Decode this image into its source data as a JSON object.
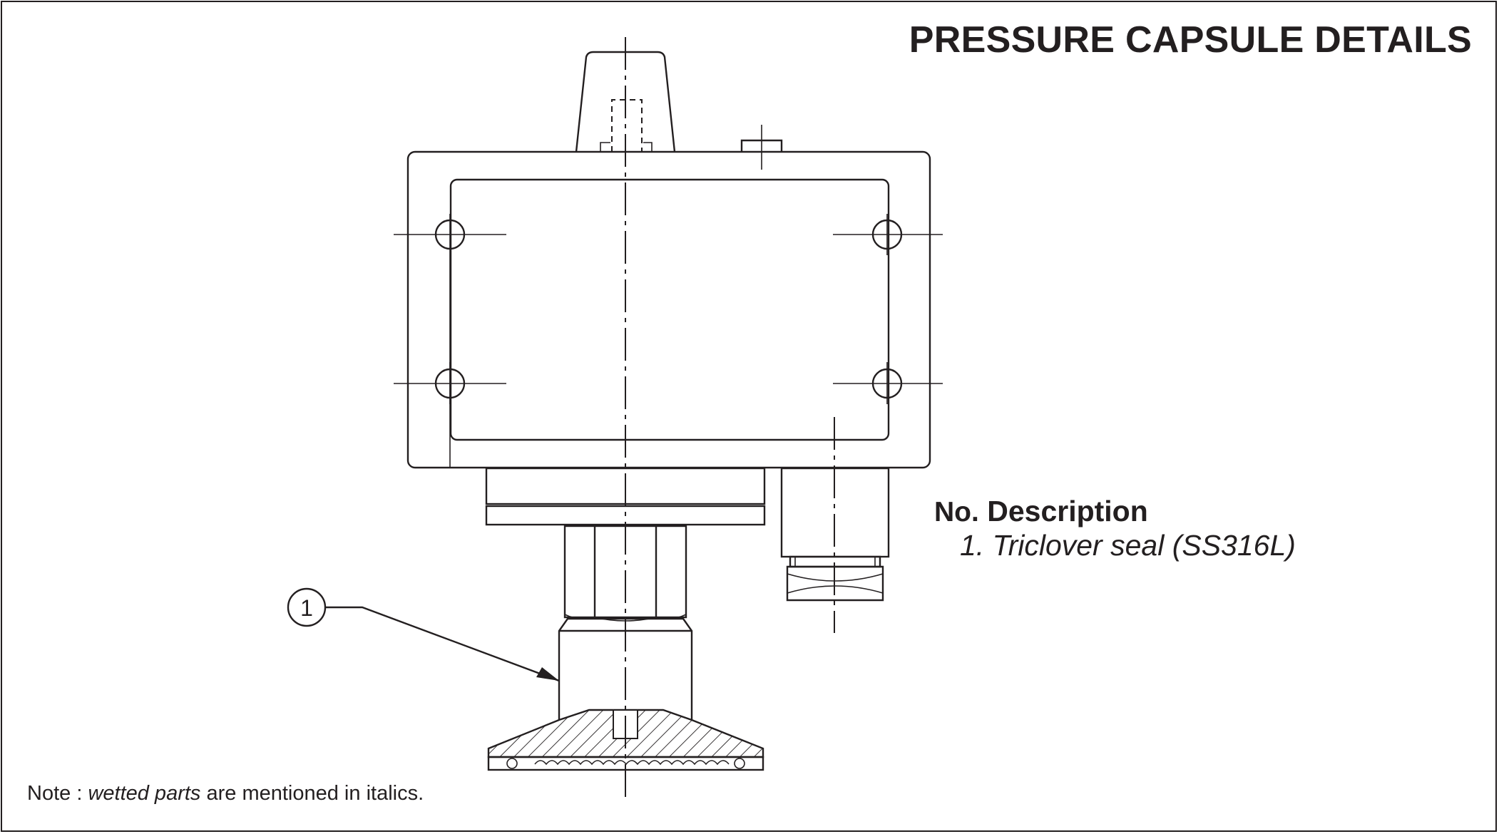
{
  "title": "PRESSURE CAPSULE DETAILS",
  "legend": {
    "header_no": "No.",
    "header_description": "Description",
    "items": [
      {
        "text": "1. Triclover seal (SS316L)"
      }
    ]
  },
  "callout": {
    "number": "1"
  },
  "note": {
    "prefix": "Note : ",
    "italic": "wetted parts",
    "suffix": " are mentioned in italics."
  }
}
